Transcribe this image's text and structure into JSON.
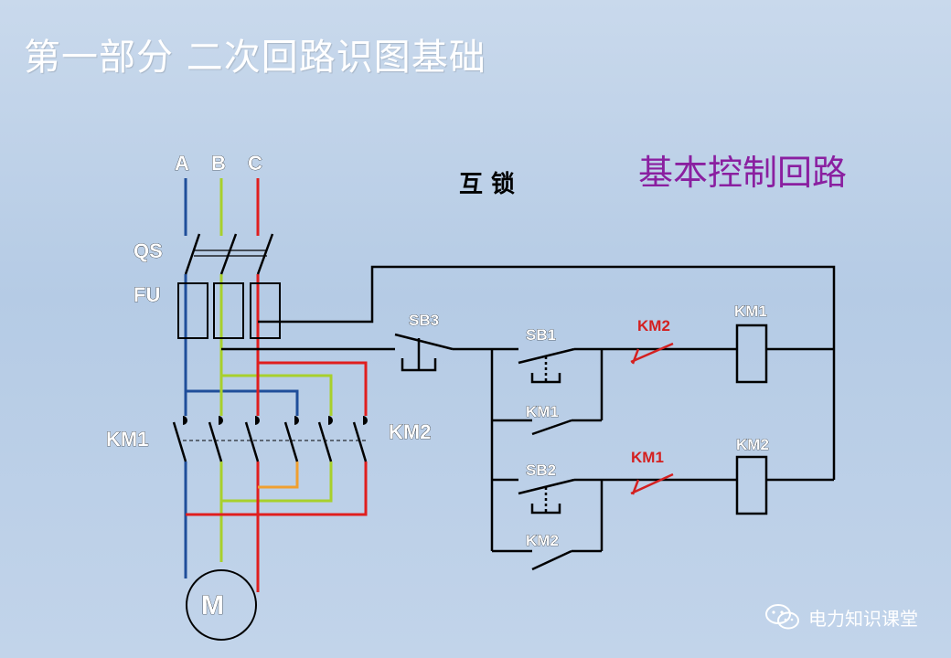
{
  "slide": {
    "title": "第一部分 二次回路识图基础"
  },
  "diagram": {
    "heading": "基本控制回路",
    "subheading": "互 锁",
    "phases": [
      "A",
      "B",
      "C"
    ],
    "labels": {
      "qs": "QS",
      "fu": "FU",
      "km1_main": "KM1",
      "km2_main": "KM2",
      "sb3": "SB3",
      "sb1": "SB1",
      "sb2": "SB2",
      "km1_aux": "KM1",
      "km2_aux": "KM2",
      "km2_interlock": "KM2",
      "km1_interlock": "KM1",
      "km1_coil": "KM1",
      "km2_coil": "KM2",
      "motor": "M"
    },
    "colors": {
      "phase_a": "#1f4e9a",
      "phase_b": "#a8d02c",
      "phase_c": "#e01e1e",
      "interlock": "#d42020",
      "heading": "#8a1fa0",
      "orange_jumper": "#f0a030"
    }
  },
  "watermark": {
    "text": "电力知识课堂",
    "icon": "wechat-icon"
  }
}
